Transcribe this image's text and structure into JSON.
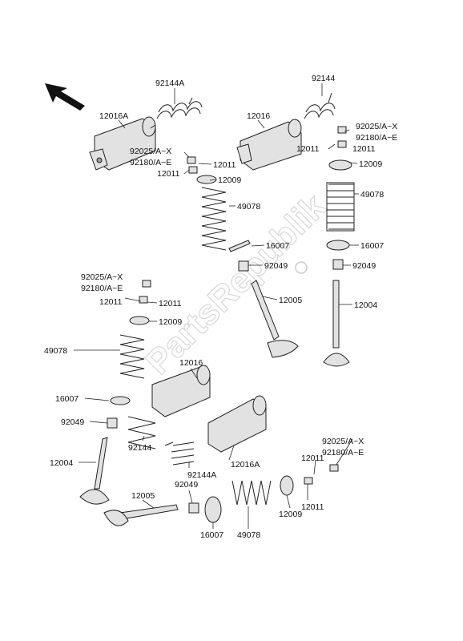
{
  "watermark": "PartsRepublik",
  "labels": {
    "l01": "92144A",
    "l02": "92144",
    "l03": "12016A",
    "l04": "12016",
    "l05": "92025/A~X",
    "l06": "92180/A~E",
    "l07": "12011",
    "l08": "12011",
    "l09": "92025/A~X",
    "l10": "92180/A~E",
    "l11": "12011",
    "l12": "12011",
    "l13": "12009",
    "l14": "12009",
    "l15": "49078",
    "l16": "49078",
    "l17": "16007",
    "l18": "16007",
    "l19": "92049",
    "l20": "92049",
    "l21": "12005",
    "l22": "12004",
    "l23": "92025/A~X",
    "l24": "92180/A~E",
    "l25": "12011",
    "l26": "12011",
    "l27": "12009",
    "l28": "49078",
    "l29": "12016",
    "l30": "16007",
    "l31": "92049",
    "l32": "92144",
    "l33": "12016A",
    "l34": "12004",
    "l35": "92144A",
    "l36": "92049",
    "l37": "12005",
    "l38": "16007",
    "l39": "49078",
    "l40": "12009",
    "l41": "12011",
    "l42": "12011",
    "l43": "92025/A~X",
    "l44": "92180/A~E"
  }
}
